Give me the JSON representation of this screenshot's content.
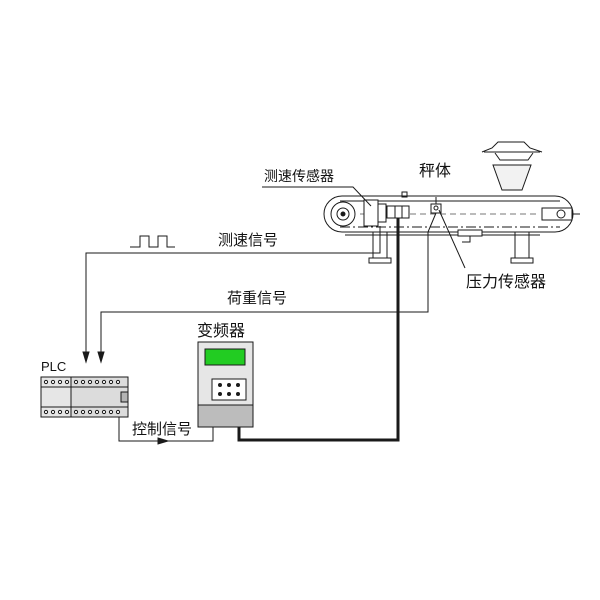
{
  "labels": {
    "scale_body": "秤体",
    "speed_sensor": "测速传感器",
    "speed_signal": "测速信号",
    "load_signal": "荷重信号",
    "pressure_sensor": "压力传感器",
    "vfd": "变频器",
    "plc": "PLC",
    "control_signal": "控制信号"
  },
  "colors": {
    "line": "#1a1a1a",
    "device_fill": "#e6e6e6",
    "device_dark": "#b3b3b3",
    "screen": "#22cc22"
  }
}
